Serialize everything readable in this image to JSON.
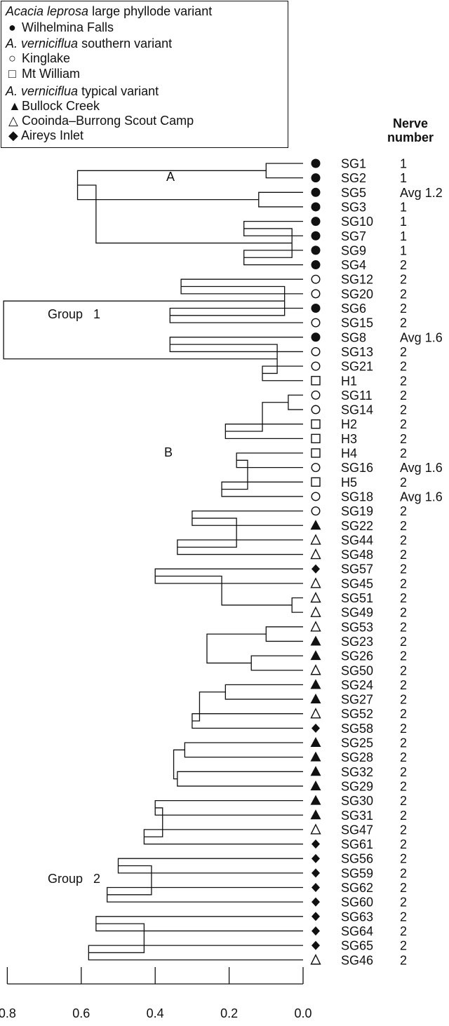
{
  "legend": {
    "group1_title_italic": "Acacia leprosa",
    "group1_title_rest": "large phyllode variant",
    "wilhelmina": "Wilhelmina Falls",
    "group2_title_italic": "A. verniciflua",
    "group2_title_rest": "southern variant",
    "kinglake": "Kinglake",
    "mtwilliam": "Mt William",
    "group3_title_italic": "A. verniciflua",
    "group3_title_rest": "typical variant",
    "bullock": "Bullock Creek",
    "cooinda": "Cooinda–Burrong Scout Camp",
    "aireys": "Aireys Inlet"
  },
  "header": {
    "line1": "Nerve",
    "line2": "number"
  },
  "labels": {
    "A": "A",
    "B": "B",
    "group1": "Group   1",
    "group2": "Group   2"
  },
  "chart_data": {
    "type": "dendrogram",
    "axis": {
      "ticks": [
        0.8,
        0.6,
        0.4,
        0.2,
        0.0
      ],
      "tick_labels": [
        "0.8",
        "0.6",
        "0.4",
        "0.2",
        "0.0"
      ],
      "range": [
        0.8,
        0.0
      ]
    },
    "leaves": [
      {
        "id": "SG1",
        "symbol": "filled-circle",
        "nerve": "1"
      },
      {
        "id": "SG2",
        "symbol": "filled-circle",
        "nerve": "1"
      },
      {
        "id": "SG5",
        "symbol": "filled-circle",
        "nerve": "Avg 1.2"
      },
      {
        "id": "SG3",
        "symbol": "filled-circle",
        "nerve": "1"
      },
      {
        "id": "SG10",
        "symbol": "filled-circle",
        "nerve": "1"
      },
      {
        "id": "SG7",
        "symbol": "filled-circle",
        "nerve": "1"
      },
      {
        "id": "SG9",
        "symbol": "filled-circle",
        "nerve": "1"
      },
      {
        "id": "SG4",
        "symbol": "filled-circle",
        "nerve": "2"
      },
      {
        "id": "SG12",
        "symbol": "open-circle",
        "nerve": "2"
      },
      {
        "id": "SG20",
        "symbol": "open-circle",
        "nerve": "2"
      },
      {
        "id": "SG6",
        "symbol": "filled-circle",
        "nerve": "2"
      },
      {
        "id": "SG15",
        "symbol": "open-circle",
        "nerve": "2"
      },
      {
        "id": "SG8",
        "symbol": "filled-circle",
        "nerve": "Avg 1.6"
      },
      {
        "id": "SG13",
        "symbol": "open-circle",
        "nerve": "2"
      },
      {
        "id": "SG21",
        "symbol": "open-circle",
        "nerve": "2"
      },
      {
        "id": "H1",
        "symbol": "open-square",
        "nerve": "2"
      },
      {
        "id": "SG11",
        "symbol": "open-circle",
        "nerve": "2"
      },
      {
        "id": "SG14",
        "symbol": "open-circle",
        "nerve": "2"
      },
      {
        "id": "H2",
        "symbol": "open-square",
        "nerve": "2"
      },
      {
        "id": "H3",
        "symbol": "open-square",
        "nerve": "2"
      },
      {
        "id": "H4",
        "symbol": "open-square",
        "nerve": "2"
      },
      {
        "id": "SG16",
        "symbol": "open-circle",
        "nerve": "Avg 1.6"
      },
      {
        "id": "H5",
        "symbol": "open-square",
        "nerve": "2"
      },
      {
        "id": "SG18",
        "symbol": "open-circle",
        "nerve": "Avg 1.6"
      },
      {
        "id": "SG19",
        "symbol": "open-circle",
        "nerve": "2"
      },
      {
        "id": "SG22",
        "symbol": "filled-triangle",
        "nerve": "2"
      },
      {
        "id": "SG44",
        "symbol": "open-triangle",
        "nerve": "2"
      },
      {
        "id": "SG48",
        "symbol": "open-triangle",
        "nerve": "2"
      },
      {
        "id": "SG57",
        "symbol": "filled-diamond",
        "nerve": "2"
      },
      {
        "id": "SG45",
        "symbol": "open-triangle",
        "nerve": "2"
      },
      {
        "id": "SG51",
        "symbol": "open-triangle",
        "nerve": "2"
      },
      {
        "id": "SG49",
        "symbol": "open-triangle",
        "nerve": "2"
      },
      {
        "id": "SG53",
        "symbol": "open-triangle",
        "nerve": "2"
      },
      {
        "id": "SG23",
        "symbol": "filled-triangle",
        "nerve": "2"
      },
      {
        "id": "SG26",
        "symbol": "filled-triangle",
        "nerve": "2"
      },
      {
        "id": "SG50",
        "symbol": "open-triangle",
        "nerve": "2"
      },
      {
        "id": "SG24",
        "symbol": "filled-triangle",
        "nerve": "2"
      },
      {
        "id": "SG27",
        "symbol": "filled-triangle",
        "nerve": "2"
      },
      {
        "id": "SG52",
        "symbol": "open-triangle",
        "nerve": "2"
      },
      {
        "id": "SG58",
        "symbol": "filled-diamond",
        "nerve": "2"
      },
      {
        "id": "SG25",
        "symbol": "filled-triangle",
        "nerve": "2"
      },
      {
        "id": "SG28",
        "symbol": "filled-triangle",
        "nerve": "2"
      },
      {
        "id": "SG32",
        "symbol": "filled-triangle",
        "nerve": "2"
      },
      {
        "id": "SG29",
        "symbol": "filled-triangle",
        "nerve": "2"
      },
      {
        "id": "SG30",
        "symbol": "filled-triangle",
        "nerve": "2"
      },
      {
        "id": "SG31",
        "symbol": "filled-triangle",
        "nerve": "2"
      },
      {
        "id": "SG47",
        "symbol": "open-triangle",
        "nerve": "2"
      },
      {
        "id": "SG61",
        "symbol": "filled-diamond",
        "nerve": "2"
      },
      {
        "id": "SG56",
        "symbol": "filled-diamond",
        "nerve": "2"
      },
      {
        "id": "SG59",
        "symbol": "filled-diamond",
        "nerve": "2"
      },
      {
        "id": "SG62",
        "symbol": "filled-diamond",
        "nerve": "2"
      },
      {
        "id": "SG60",
        "symbol": "filled-diamond",
        "nerve": "2"
      },
      {
        "id": "SG63",
        "symbol": "filled-diamond",
        "nerve": "2"
      },
      {
        "id": "SG64",
        "symbol": "filled-diamond",
        "nerve": "2"
      },
      {
        "id": "SG65",
        "symbol": "filled-diamond",
        "nerve": "2"
      },
      {
        "id": "SG46",
        "symbol": "open-triangle",
        "nerve": "2"
      }
    ],
    "merges": [
      [
        1,
        2,
        0.1
      ],
      [
        3,
        4,
        0.12
      ],
      [
        5,
        6,
        0.16
      ],
      [
        7,
        8,
        0.16
      ],
      [
        9,
        10,
        0.33
      ],
      [
        11,
        12,
        0.36
      ],
      [
        13,
        14,
        0.36
      ],
      [
        15,
        16,
        0.11
      ],
      [
        17,
        18,
        0.04
      ],
      [
        19,
        20,
        0.21
      ],
      [
        21,
        22,
        0.18
      ],
      [
        23,
        24,
        0.22
      ],
      [
        25,
        26,
        0.3
      ],
      [
        27,
        28,
        0.34
      ],
      [
        29,
        30,
        0.4
      ],
      [
        31,
        32,
        0.03
      ],
      [
        33,
        34,
        0.1
      ],
      [
        35,
        36,
        0.14
      ],
      [
        37,
        38,
        0.21
      ],
      [
        39,
        40,
        0.3
      ],
      [
        41,
        42,
        0.32
      ],
      [
        43,
        44,
        0.34
      ],
      [
        45,
        46,
        0.4
      ],
      [
        47,
        48,
        0.43
      ],
      [
        49,
        50,
        0.5
      ],
      [
        51,
        52,
        0.53
      ],
      [
        53,
        54,
        0.56
      ],
      [
        55,
        56,
        0.58
      ],
      [
        57,
        58,
        0.61
      ],
      [
        59,
        60,
        0.03
      ],
      [
        61,
        62,
        0.05
      ],
      [
        63,
        64,
        0.07
      ],
      [
        65,
        66,
        0.11
      ],
      [
        67,
        68,
        0.15
      ],
      [
        69,
        70,
        0.18
      ],
      [
        71,
        72,
        0.22
      ],
      [
        73,
        74,
        0.26
      ],
      [
        75,
        76,
        0.28
      ],
      [
        77,
        78,
        0.35
      ],
      [
        79,
        80,
        0.38
      ],
      [
        81,
        82,
        0.41
      ],
      [
        83,
        84,
        0.43
      ],
      [
        85,
        86,
        0.56
      ],
      [
        87,
        88,
        0.81
      ]
    ]
  }
}
